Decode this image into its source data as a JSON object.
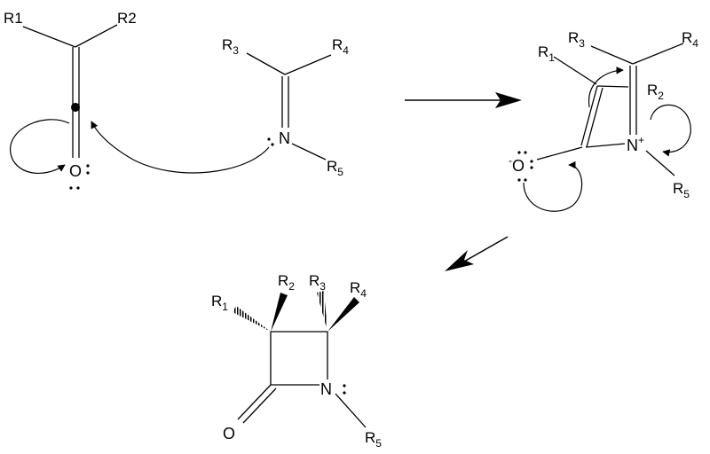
{
  "diagram": {
    "substituents": {
      "r1": "R1",
      "r2": "R2",
      "r3": "R3",
      "r4": "R4",
      "r5": "R5"
    },
    "atoms": {
      "oxygen": "O",
      "nitrogen": "N",
      "nitrogen_plus": "N+",
      "oxide": "-O"
    },
    "colors": {
      "ink": "#000000",
      "background": "#ffffff"
    },
    "steps": [
      {
        "name": "ketene-plus-imine",
        "description": "Ketene and imine reactants with curly arrows"
      },
      {
        "name": "zwitterion-intermediate",
        "description": "Zwitterionic intermediate"
      },
      {
        "name": "beta-lactam-product",
        "description": "Beta-lactam product"
      }
    ]
  }
}
